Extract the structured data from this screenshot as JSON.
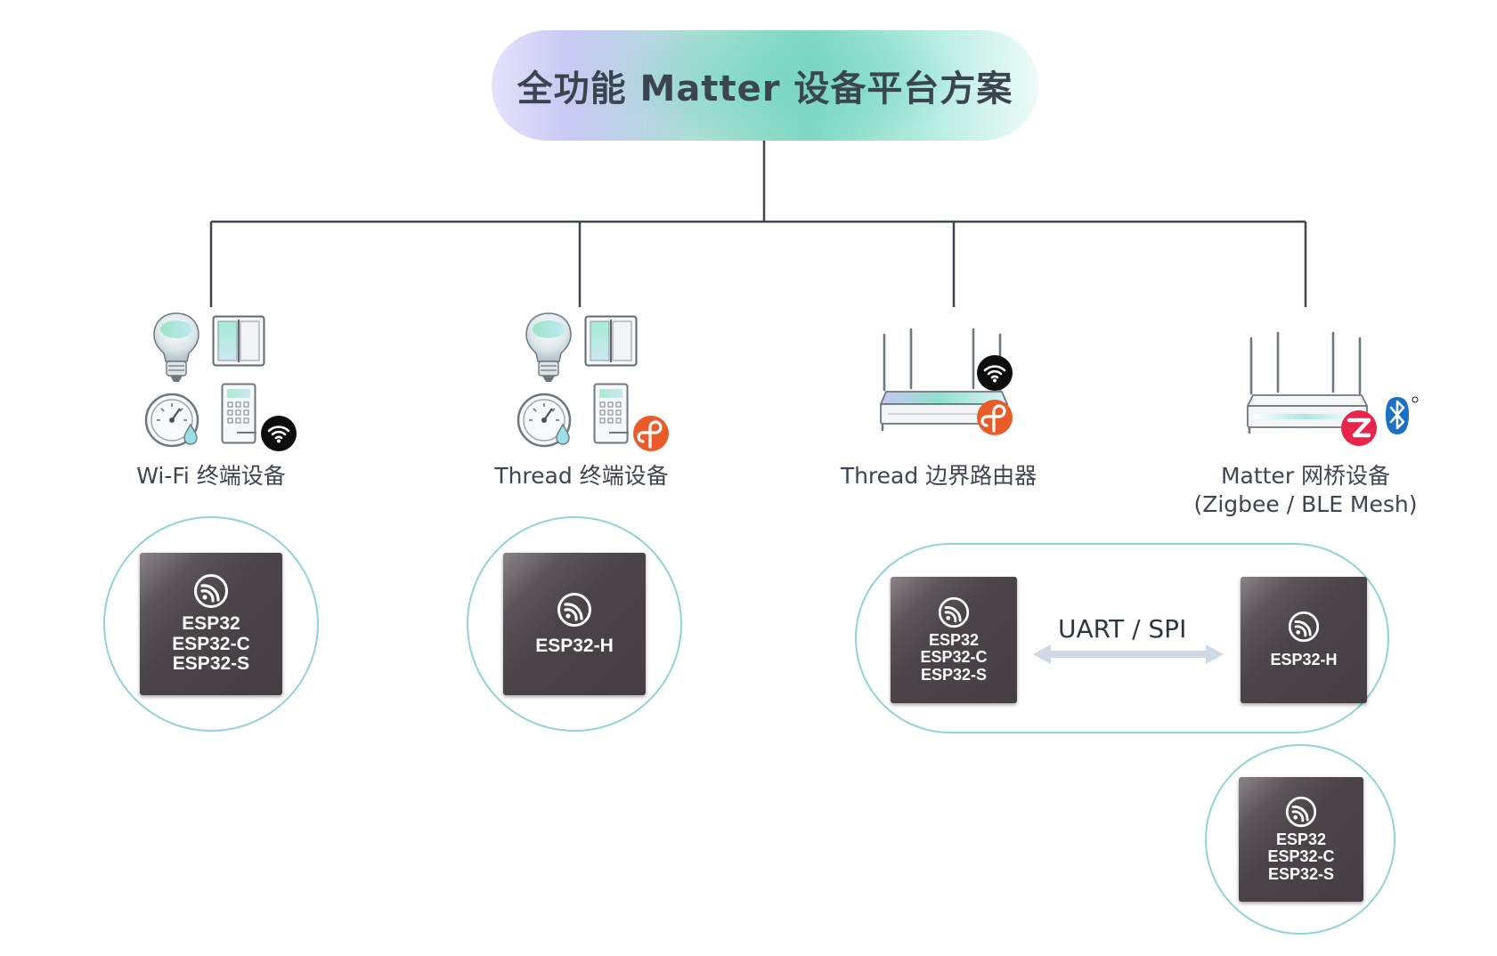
{
  "title": "全功能 Matter 设备平台方案",
  "categories": [
    {
      "label": "Wi-Fi 终端设备",
      "chips": [
        [
          "ESP32",
          "ESP32-C",
          "ESP32-S"
        ]
      ]
    },
    {
      "label": "Thread 终端设备",
      "chips": [
        [
          "ESP32-H"
        ]
      ]
    },
    {
      "label": "Thread 边界路由器",
      "chips": [
        [
          "ESP32",
          "ESP32-C",
          "ESP32-S"
        ],
        [
          "ESP32-H"
        ]
      ],
      "link_label": "UART / SPI"
    },
    {
      "label": "Matter 网桥设备",
      "sublabel": "(Zigbee / BLE Mesh)",
      "chips": [
        [
          "ESP32",
          "ESP32-C",
          "ESP32-S"
        ]
      ]
    }
  ],
  "icons": [
    "bulb-icon",
    "switch-icon",
    "sensor-gauge-icon",
    "door-lock-icon",
    "wifi-badge-icon",
    "thread-badge-icon",
    "router-icon",
    "zigbee-badge-icon",
    "bluetooth-badge-icon",
    "espressif-logo-icon"
  ],
  "colors": {
    "connector": "#3f4650",
    "ring": "#8fd3d6",
    "chip": "#4a4347",
    "thread_orange": "#ea5b2a",
    "zigbee_red": "#e8244b",
    "bluetooth_blue": "#1a6fc9",
    "arrow": "#cfd9e6"
  }
}
